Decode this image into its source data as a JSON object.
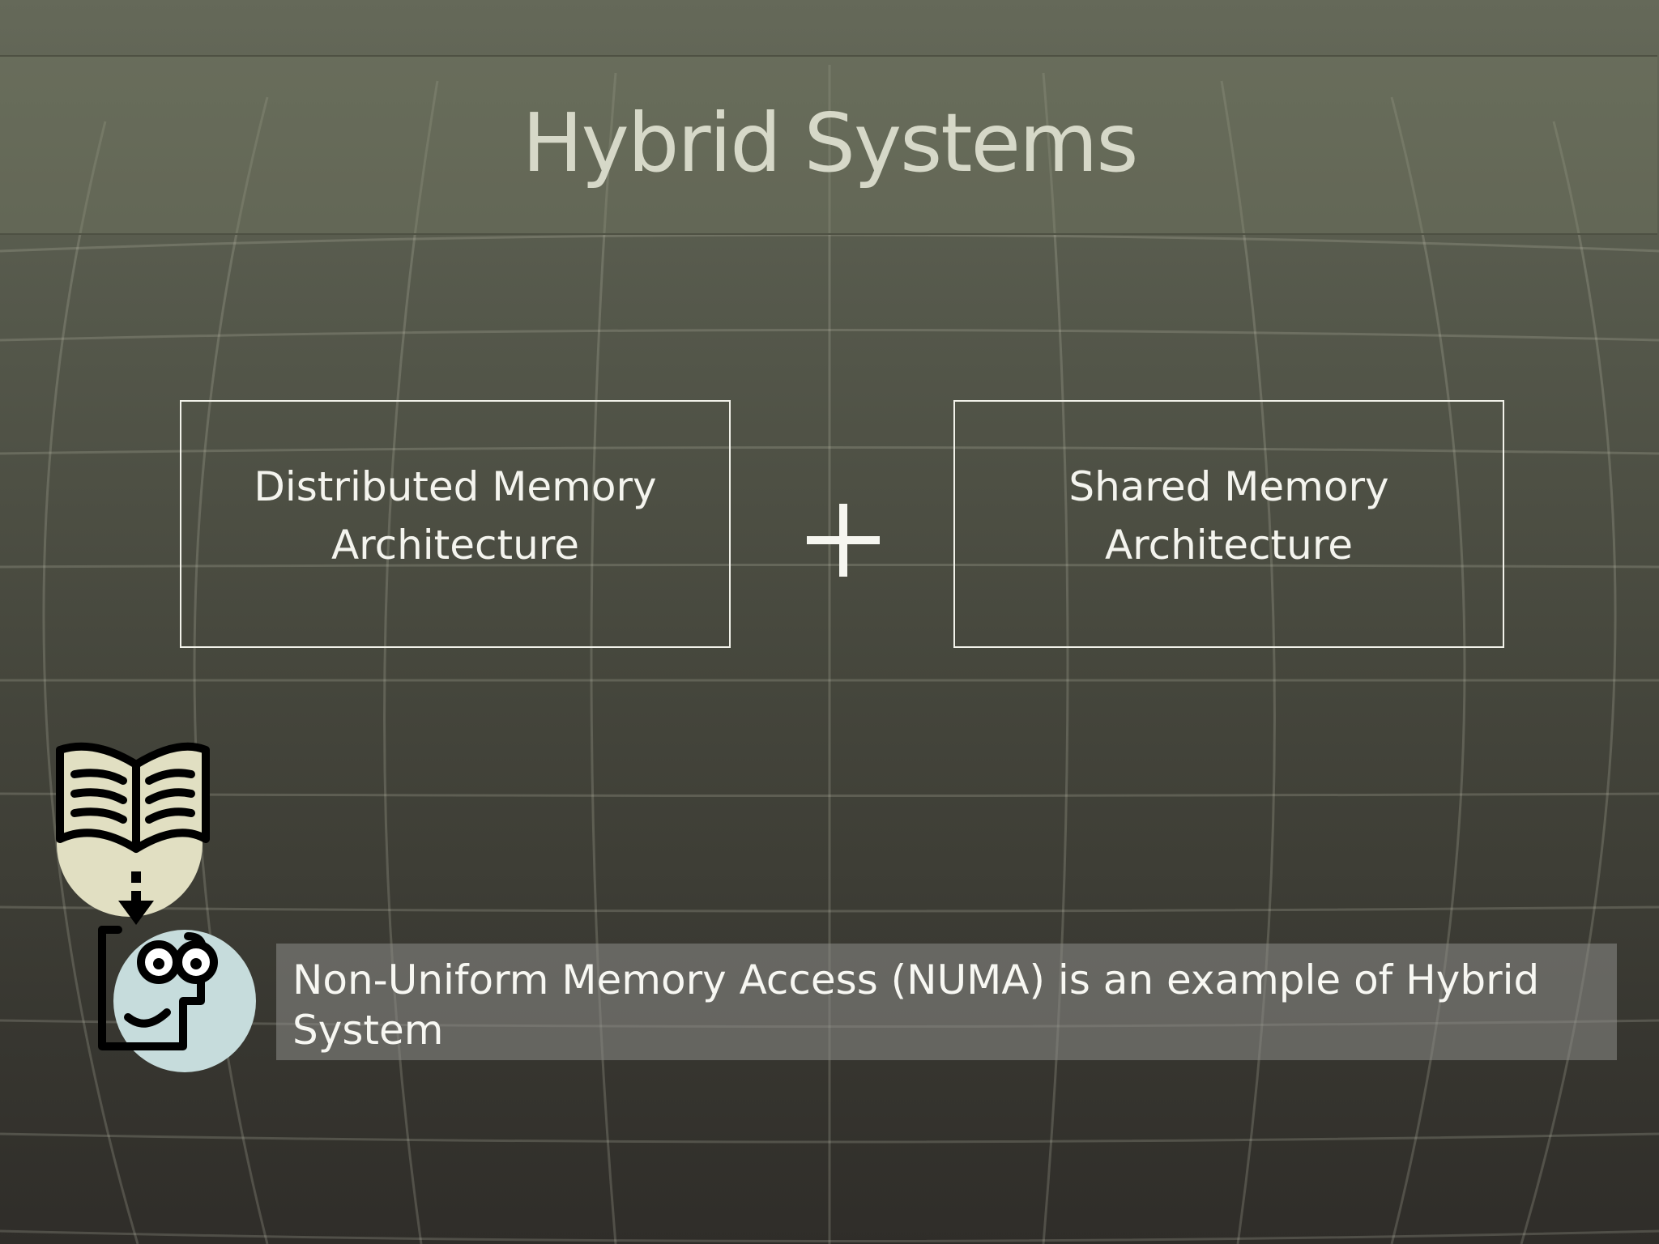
{
  "slide": {
    "title": "Hybrid Systems",
    "left_box": {
      "line1": "Distributed Memory",
      "line2": "Architecture"
    },
    "operator_icon": "plus-sign",
    "right_box": {
      "line1": "Shared Memory",
      "line2": "Architecture"
    },
    "note": "Non-Uniform Memory Access (NUMA) is an example of Hybrid System",
    "clipart_icon": "book-to-learner-icon"
  },
  "colors": {
    "title_text": "#d6d8c8",
    "body_text": "#f4f4ee",
    "box_border": "#f2f2ea",
    "clipart_book_circle": "#e1dfc2",
    "clipart_face_circle": "#c6dcdc"
  }
}
